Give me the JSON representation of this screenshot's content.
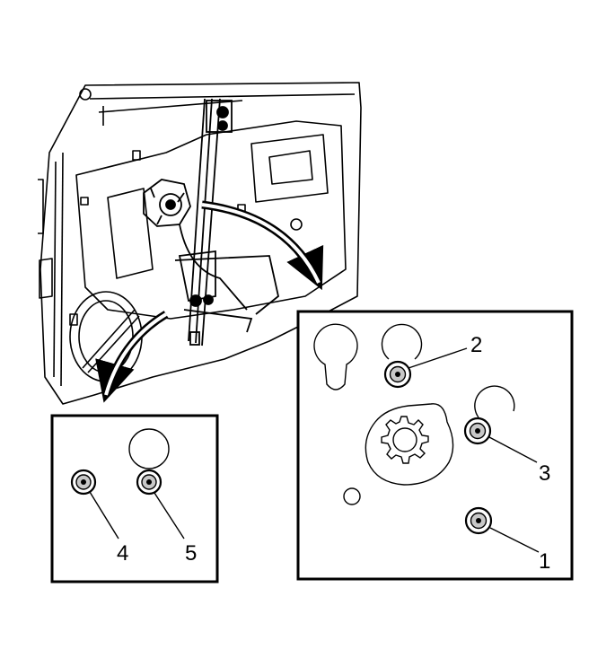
{
  "callouts": {
    "bolt_1": "1",
    "bolt_2": "2",
    "bolt_3": "3",
    "bolt_4": "4",
    "bolt_5": "5"
  },
  "colors": {
    "line": "#000000",
    "fill": "#ffffff",
    "bolt_shade": "#c8c8c8"
  }
}
